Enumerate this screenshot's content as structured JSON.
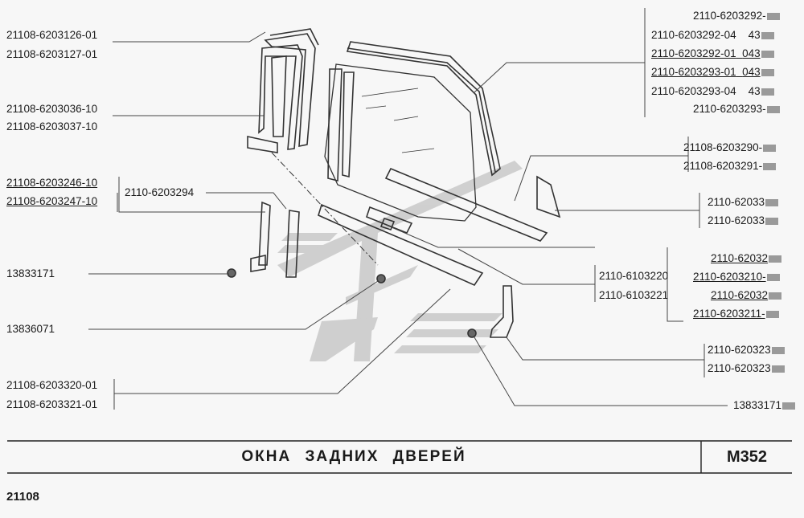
{
  "left_labels": {
    "l1": "21108-6203126-01",
    "l2": "21108-6203127-01",
    "l3": "21108-6203036-10",
    "l4": "21108-6203037-10",
    "l5": "21108-6203246-10",
    "l6": "21108-6203247-10",
    "l7": "2110-6203294",
    "l8": "13833171",
    "l9": "13836071",
    "l10": "21108-6203320-01",
    "l11": "21108-6203321-01"
  },
  "right_labels": {
    "r1": "2110-6203292-",
    "r2": "2110-6203292-04",
    "r2b": "43",
    "r3": "2110-6203292-01",
    "r3b": "043",
    "r4": "2110-6203293-01",
    "r4b": "043",
    "r5": "2110-6203293-04",
    "r5b": "43",
    "r6": "2110-6203293-",
    "r7": "21108-6203290-",
    "r8": "21108-6203291-",
    "r9": "2110-62033",
    "r10": "2110-62033",
    "r11": "2110-6103220",
    "r12": "2110-6103221",
    "r13": "2110-62032",
    "r14": "2110-6203210-",
    "r15": "2110-62032",
    "r16": "2110-6203211-",
    "r17": "2110-620323",
    "r18": "2110-620323",
    "r19": "13833171"
  },
  "footer": {
    "title": "ОКНА ЗАДНИХ ДВЕРЕЙ",
    "page_code": "М352",
    "model": "21108"
  }
}
